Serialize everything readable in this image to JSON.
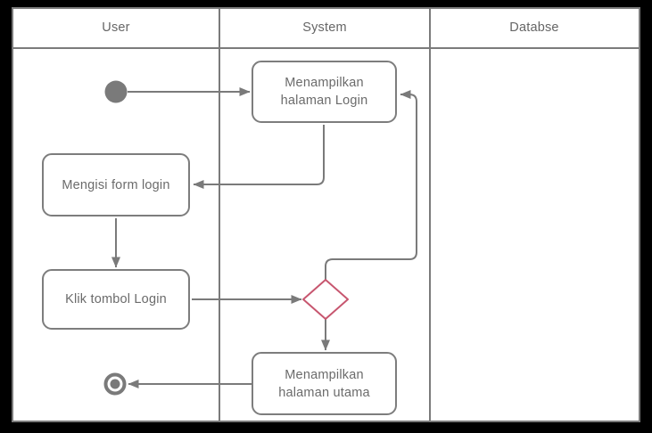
{
  "diagram": {
    "kind": "uml-activity-swimlane",
    "palette": {
      "frame": "#000000",
      "background": "#ffffff",
      "grid_border": "#7b7b7b",
      "shape_border": "#7d7d7d",
      "connector": "#7a7a7a",
      "text": "#6b6b6b",
      "decision_stroke": "#c7566f"
    },
    "lanes": [
      {
        "label": "User"
      },
      {
        "label": "System"
      },
      {
        "label": "Databse"
      }
    ],
    "nodes": {
      "start": {
        "type": "initial-node",
        "lane": "User"
      },
      "show_login_page": {
        "type": "action",
        "lane": "System",
        "lines": [
          "Menampilkan",
          "halaman Login"
        ]
      },
      "fill_login_form": {
        "type": "action",
        "lane": "User",
        "label": "Mengisi form login"
      },
      "click_login_button": {
        "type": "action",
        "lane": "User",
        "label": "Klik tombol Login"
      },
      "login_decision": {
        "type": "decision",
        "lane": "System",
        "label": ""
      },
      "show_main_page": {
        "type": "action",
        "lane": "System",
        "lines": [
          "Menampilkan",
          "halaman utama"
        ]
      },
      "end": {
        "type": "final-node",
        "lane": "User"
      }
    },
    "edges": [
      {
        "from": "start",
        "to": "show_login_page"
      },
      {
        "from": "show_login_page",
        "to": "fill_login_form"
      },
      {
        "from": "fill_login_form",
        "to": "click_login_button"
      },
      {
        "from": "click_login_button",
        "to": "login_decision"
      },
      {
        "from": "login_decision",
        "to": "show_login_page",
        "note": "loop-back"
      },
      {
        "from": "login_decision",
        "to": "show_main_page"
      },
      {
        "from": "show_main_page",
        "to": "end"
      }
    ]
  }
}
